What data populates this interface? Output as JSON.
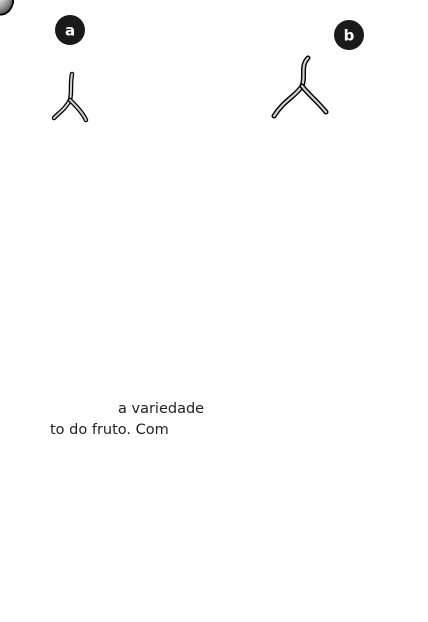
{
  "labels": {
    "a": "a",
    "b": "b"
  },
  "caption": {
    "line1": "a  variedade",
    "line2": "to do fruto. Com"
  },
  "colors": {
    "badge": "#1a1a1a",
    "grape_light": "#ffffff",
    "grape_dark": "#4a4a4a",
    "outline": "#000000",
    "text": "#222222"
  }
}
